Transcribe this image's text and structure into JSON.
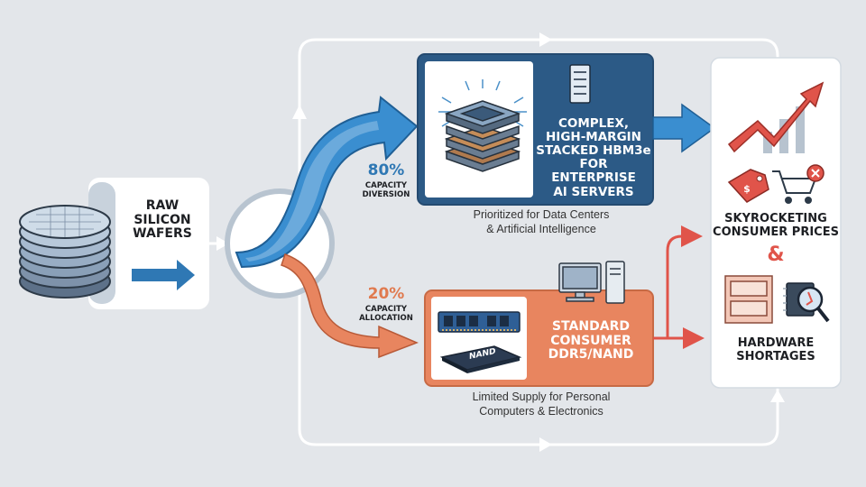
{
  "source": {
    "label_line1": "RAW",
    "label_line2": "SILICON",
    "label_line3": "WAFERS"
  },
  "flow_high": {
    "percent": "80%",
    "label_line1": "CAPACITY",
    "label_line2": "DIVERSION"
  },
  "flow_low": {
    "percent": "20%",
    "label_line1": "CAPACITY",
    "label_line2": "ALLOCATION"
  },
  "enterprise_box": {
    "title_line1": "COMPLEX,",
    "title_line2": "HIGH-MARGIN",
    "title_line3": "STACKED HBM3e",
    "title_line4": "FOR ENTERPRISE",
    "title_line5": "AI SERVERS",
    "caption_line1": "Prioritized for Data Centers",
    "caption_line2": "& Artificial Intelligence"
  },
  "consumer_box": {
    "title_line1": "STANDARD",
    "title_line2": "CONSUMER",
    "title_line3": "DDR5/NAND",
    "chip_label": "NAND",
    "caption_line1": "Limited Supply for Personal",
    "caption_line2": "Computers & Electronics"
  },
  "outcome": {
    "line1": "SKYROCKETING",
    "line2": "CONSUMER PRICES",
    "connector": "&",
    "line3": "HARDWARE",
    "line4": "SHORTAGES"
  },
  "colors": {
    "blue": "#2f78b4",
    "navy": "#2c5a86",
    "orange": "#e8855f",
    "red": "#e0544a",
    "frame": "#ffffff"
  }
}
